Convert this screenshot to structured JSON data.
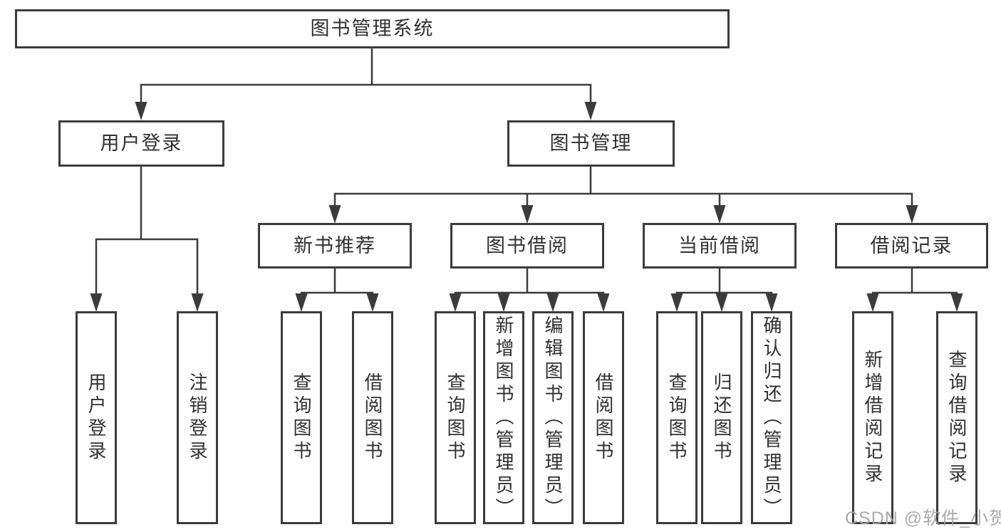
{
  "colors": {
    "background": "#ffffff",
    "box_border": "#3b3b3b",
    "connector_line": "#3b3b3b",
    "text": "#303030",
    "watermark": "#a4a4a4"
  },
  "watermark": {
    "text": "CSDN @软件_小贺同学"
  },
  "tree": {
    "root": {
      "label": "图书管理系统",
      "children": [
        {
          "label": "用户登录",
          "children": [
            {
              "label": "用户登录"
            },
            {
              "label": "注销登录"
            }
          ]
        },
        {
          "label": "图书管理",
          "children": [
            {
              "label": "新书推荐",
              "children": [
                {
                  "label": "查询图书"
                },
                {
                  "label": "借阅图书"
                }
              ]
            },
            {
              "label": "图书借阅",
              "children": [
                {
                  "label": "查询图书"
                },
                {
                  "label": "新增图书（管理员）"
                },
                {
                  "label": "编辑图书（管理员）"
                },
                {
                  "label": "借阅图书"
                }
              ]
            },
            {
              "label": "当前借阅",
              "children": [
                {
                  "label": "查询图书"
                },
                {
                  "label": "归还图书"
                },
                {
                  "label": "确认归还（管理员）"
                }
              ]
            },
            {
              "label": "借阅记录",
              "children": [
                {
                  "label": "新增借阅记录"
                },
                {
                  "label": "查询借阅记录"
                }
              ]
            }
          ]
        }
      ]
    }
  }
}
